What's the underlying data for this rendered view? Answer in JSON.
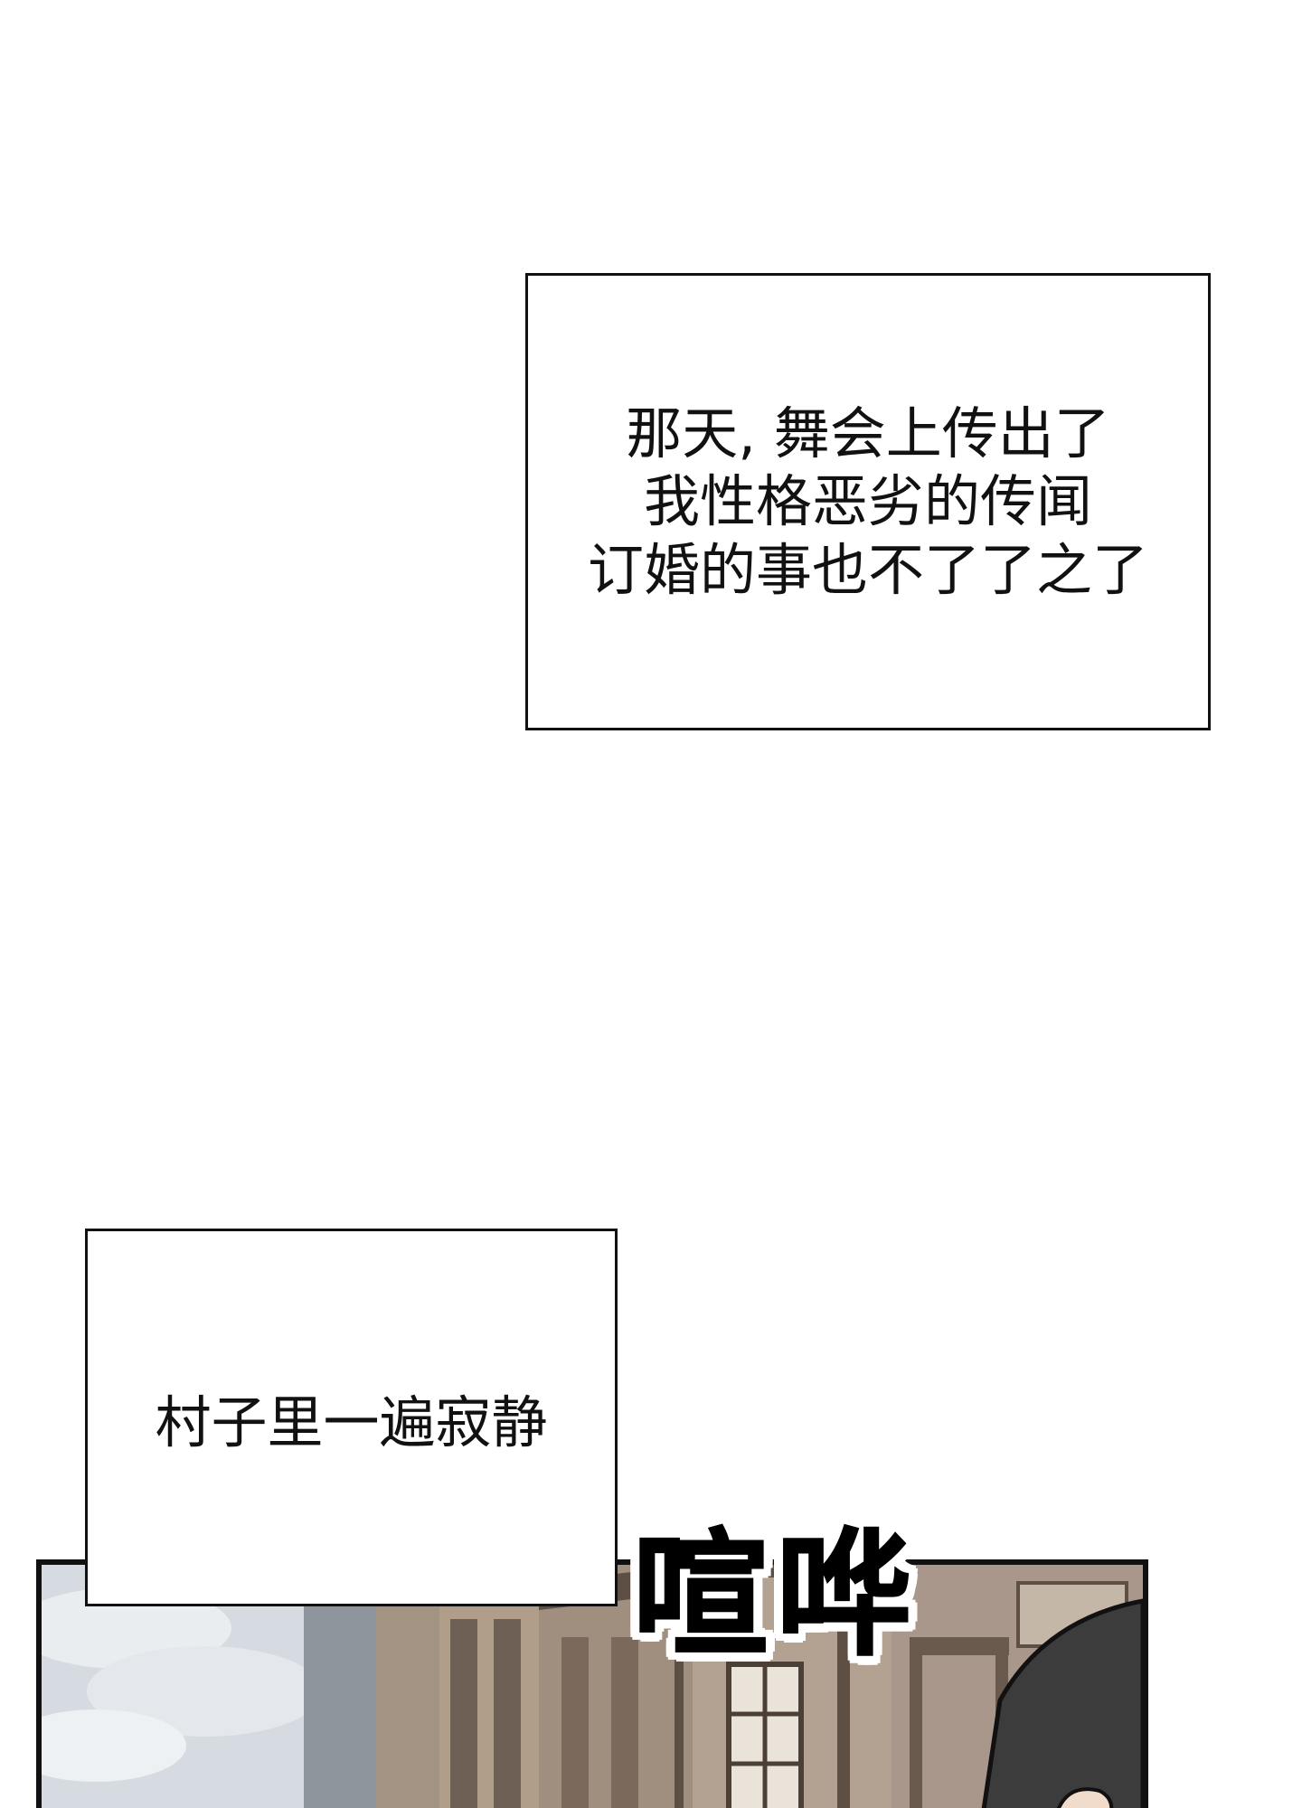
{
  "captions": {
    "first": {
      "lines": [
        "那天, 舞会上传出了",
        "我性格恶劣的传闻",
        "订婚的事也不了了之了"
      ]
    },
    "second": {
      "text": "村子里一遍寂静"
    }
  },
  "sound_effect": {
    "text": "喧哗"
  },
  "colors": {
    "background": "#ffffff",
    "border": "#111111",
    "building_wood": "#9b8877",
    "building_frame": "#5e4f44",
    "sky": "#cfd6dc",
    "hair": "#3c3c3c"
  }
}
